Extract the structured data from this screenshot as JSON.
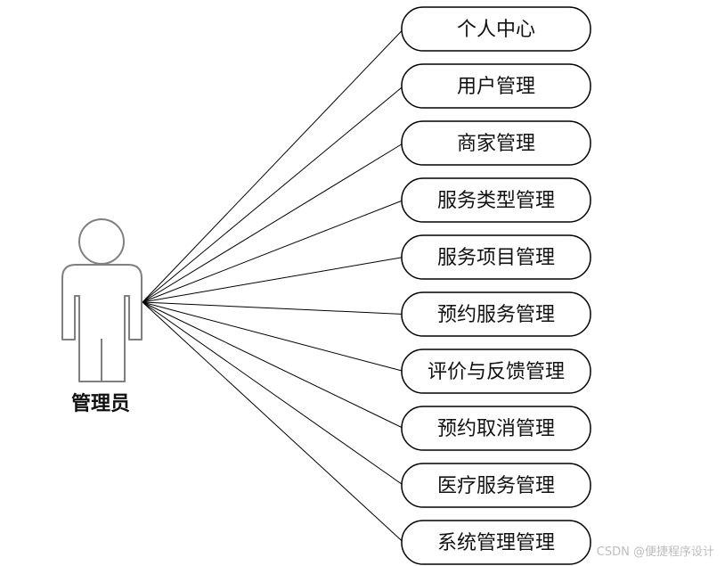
{
  "actor": {
    "label": "管理员"
  },
  "use_cases": [
    "个人中心",
    "用户管理",
    "商家管理",
    "服务类型管理",
    "服务项目管理",
    "预约服务管理",
    "评价与反馈管理",
    "预约取消管理",
    "医疗服务管理",
    "系统管理管理"
  ],
  "watermark": "CSDN @便捷程序设计",
  "colors": {
    "line": "#000000",
    "ellipse_stroke": "#000000",
    "actor_fill": "#ffffff",
    "actor_stroke": "#7f7f7f",
    "text": "#111111",
    "watermark": "#bdbdbd"
  }
}
